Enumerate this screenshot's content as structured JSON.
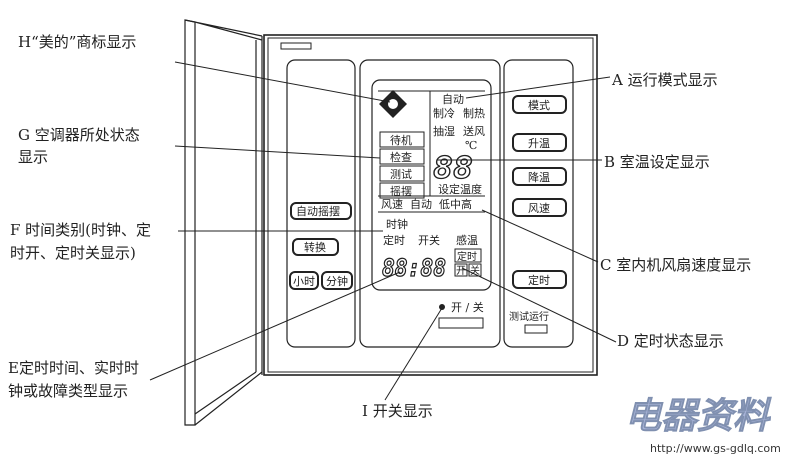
{
  "callouts": {
    "H": "H“美的”商标显示",
    "G_1": "G 空调器所处状态",
    "G_2": "显示",
    "F_1": "F 时间类别(时钟、定",
    "F_2": "时开、定时关显示)",
    "E_1": "E定时时间、实时时",
    "E_2": "钟或故障类型显示",
    "I": "I 开关显示",
    "A": "A 运行模式显示",
    "B": "B 室温设定显示",
    "C": "C 室内机风扇速度显示",
    "D": "D 定时状态显示"
  },
  "left_buttons": {
    "auto_swing": "自动摇摆",
    "switch": "转换",
    "hour": "小时",
    "minute": "分钟"
  },
  "right_buttons": {
    "mode": "模式",
    "temp_up": "升温",
    "temp_down": "降温",
    "fan_speed": "风速",
    "timer": "定时",
    "test_run": "测试运行"
  },
  "lcd": {
    "status": [
      "待机",
      "检查",
      "测试",
      "摇摆"
    ],
    "mode_auto": "自动",
    "mode_cool": "制冷",
    "mode_heat": "制热",
    "mode_dry": "抽湿",
    "mode_fan": "送风",
    "celsius": "℃",
    "temp_digits": "88",
    "set_temp": "设定温度",
    "fan_row": "风速  自动  低中高",
    "clock": "时钟",
    "timer": "定时",
    "on_off": "开关",
    "sensor": "感温",
    "time_digits": "88:88",
    "timer_box": "定时",
    "on_box": "开",
    "off_box": "关"
  },
  "power": {
    "label": "开 / 关"
  },
  "watermark": {
    "title": "电器资料",
    "url": "http://www.gs-gdlq.com"
  }
}
